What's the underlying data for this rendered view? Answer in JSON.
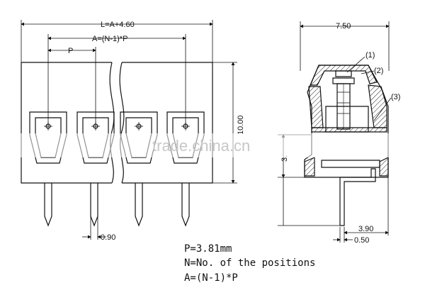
{
  "front_view": {
    "dim_total_width": "L=A+4.60",
    "dim_pin_span": "A=(N-1)*P",
    "dim_pitch": "P",
    "dim_height": "10.00",
    "dim_pin_width": "0.90"
  },
  "side_view": {
    "dim_depth": "7.50",
    "callout_1": "(1)",
    "callout_2": "(2)",
    "callout_3": "(3)",
    "dim_offset": "3.",
    "dim_pin_offset": "3.90",
    "dim_pin_thickness": "0.50"
  },
  "notes": {
    "line1": "P=3.81mm",
    "line2": "N=No. of the positions",
    "line3": "A=(N-1)*P"
  },
  "watermark": "trade.china.cn"
}
